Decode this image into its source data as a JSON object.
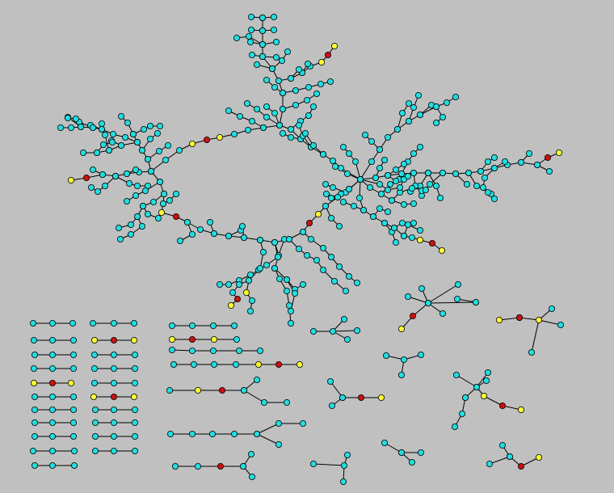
{
  "graph": {
    "background": "#c0c0c0",
    "edge_color": "#000000",
    "node_colors": {
      "default": "#22dde0",
      "highlight_yellow": "#ffff33",
      "highlight_red": "#cc1111"
    },
    "node_kinds": [
      "default",
      "highlight_yellow",
      "highlight_red"
    ]
  }
}
